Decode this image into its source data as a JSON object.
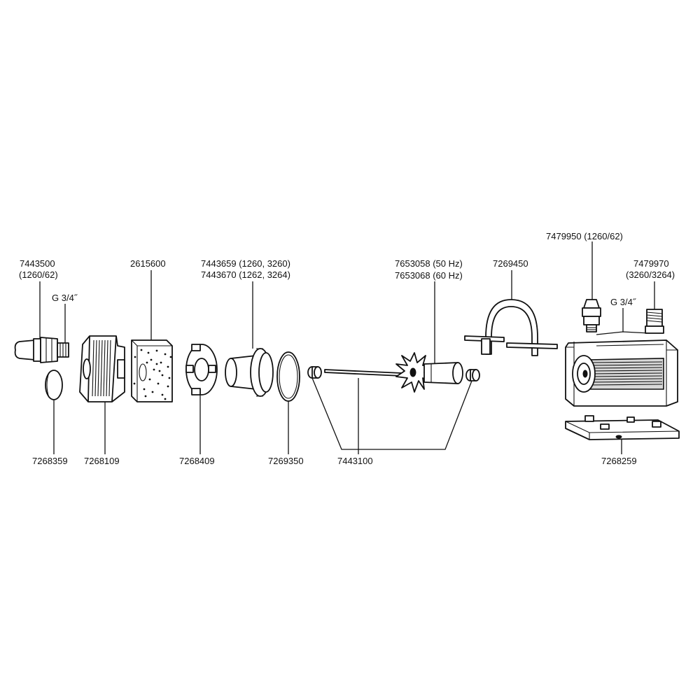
{
  "diagram": {
    "parts": {
      "outlet_nozzle": {
        "number": "7443500",
        "variant": "(1260/62)",
        "thread": "G 3/4˝"
      },
      "cap": {
        "number": "7268359"
      },
      "intake_cover": {
        "number": "7268109"
      },
      "filter_sponge": {
        "number": "2615600"
      },
      "impeller_holder": {
        "number": "7268409"
      },
      "impeller_cover": {
        "number": "7443659 (1260, 3260)",
        "number_alt": "7443670 (1262, 3264)"
      },
      "o_ring": {
        "number": "7269350"
      },
      "shaft_set": {
        "number": "7443100"
      },
      "impeller": {
        "number": "7653058  (50 Hz)",
        "number_alt": "7653068  (60 Hz)"
      },
      "mounting_bracket": {
        "number": "7269450"
      },
      "connector_1260": {
        "number": "7479950 (1260/62)",
        "thread": "G 3/4˝"
      },
      "connector_3260": {
        "number": "7479970",
        "variant": "(3260/3264)"
      },
      "base_plate": {
        "number": "7268259"
      }
    }
  }
}
